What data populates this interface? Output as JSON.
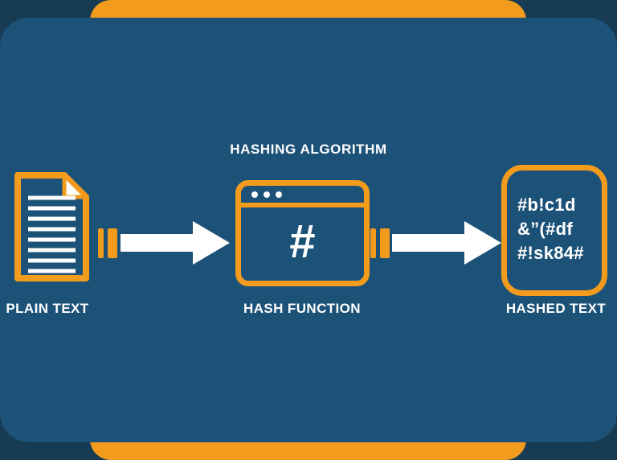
{
  "colors": {
    "bg_navy": "#163b52",
    "main_blue": "#1d5278",
    "accent_orange": "#f39b1d",
    "text_white": "#ffffff"
  },
  "title": "HASHING ALGORITHM",
  "nodes": {
    "plain_text": {
      "label": "PLAIN TEXT"
    },
    "hash_function": {
      "label": "HASH FUNCTION",
      "symbol": "#"
    },
    "hashed_text": {
      "label": "HASHED TEXT",
      "lines": [
        "#b!c1d",
        "&”(#df",
        "#!sk84#"
      ]
    }
  }
}
